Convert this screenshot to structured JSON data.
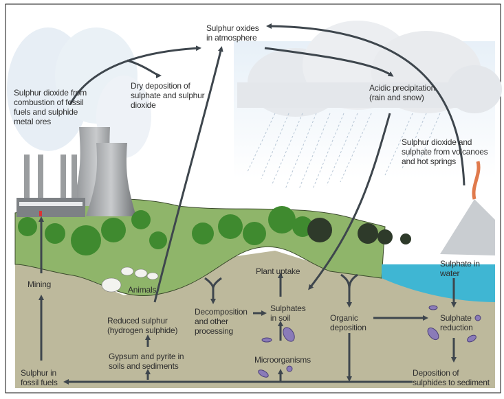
{
  "diagram": {
    "labels": {
      "atmosphere": "Sulphur oxides\nin atmosphere",
      "dry_deposition": "Dry deposition of\nsulphate and sulphur\ndioxide",
      "combustion": "Sulphur dioxide from\ncombustion of fossil\nfuels and sulphide\nmetal ores",
      "acidic_precipitation": "Acidic precipitation\n(rain and snow)",
      "volcanoes": "Sulphur dioxide and\nsulphate from volcanoes\nand hot springs",
      "mining": "Mining",
      "animals": "Animals",
      "plant_uptake": "Plant uptake",
      "sulphate_in_water": "Sulphate in\nwater",
      "decomposition": "Decomposition\nand other\nprocessing",
      "sulphates_in_soil": "Sulphates\nin soil",
      "organic_deposition": "Organic\ndeposition",
      "sulphate_reduction": "Sulphate\nreduction",
      "reduced_sulphur": "Reduced sulphur\n(hydrogen sulphide)",
      "gypsum_pyrite": "Gypsum and pyrite in\nsoils and sediments",
      "microorganisms": "Microorganisms",
      "fossil_fuels": "Sulphur in\nfossil fuels",
      "sediment_deposition": "Deposition of\nsulphides to sediment"
    },
    "colors": {
      "arrow": "#3e464d",
      "grass": "#8fb56a",
      "soil": "#bdb99c",
      "water": "#3fb6d3",
      "cloud": "#dfe4ea",
      "tree": "#3f8a2f",
      "microbe": "#8a7bb8"
    }
  }
}
